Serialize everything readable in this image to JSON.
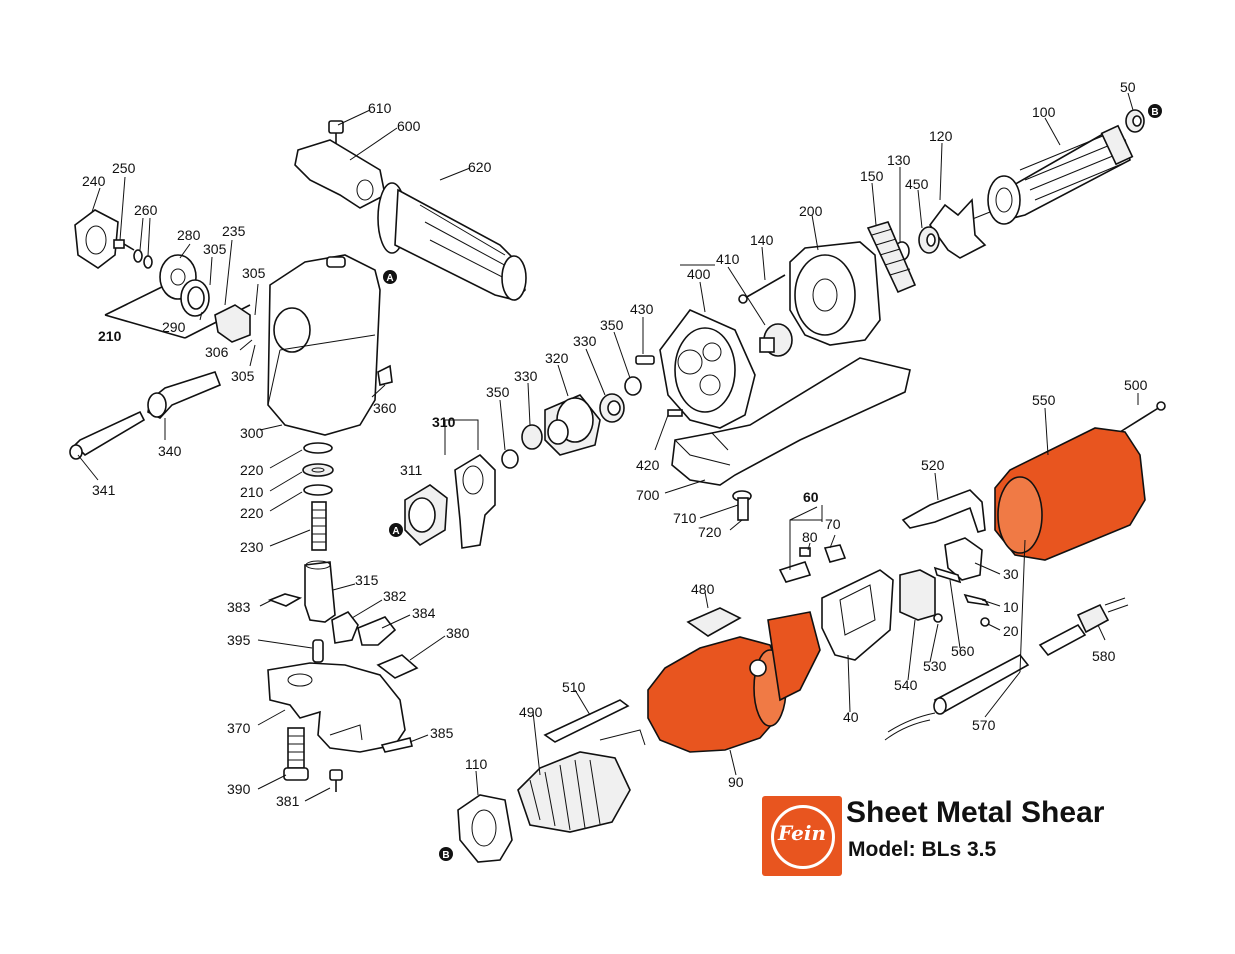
{
  "title": "Sheet Metal Shear",
  "model": "Model: BLs 3.5",
  "brand": "Fein",
  "colors": {
    "accent": "#e8551f",
    "ink": "#111111"
  },
  "labels": {
    "p50": "50",
    "p100": "100",
    "p120": "120",
    "p130": "130",
    "p150": "150",
    "p450": "450",
    "p200": "200",
    "p140": "140",
    "p410": "410",
    "p400": "400",
    "p430": "430",
    "p350a": "350",
    "p330a": "330",
    "p320": "320",
    "p330b": "330",
    "p350b": "350",
    "p310": "310",
    "p311": "311",
    "p420": "420",
    "p700": "700",
    "p710": "710",
    "p720": "720",
    "p610": "610",
    "p600": "600",
    "p620": "620",
    "p240": "240",
    "p250": "250",
    "p260": "260",
    "p280": "280",
    "p235": "235",
    "p305a": "305",
    "p305b": "305",
    "p305c": "305",
    "p290": "290",
    "p210a": "210",
    "p306": "306",
    "p360": "360",
    "p300": "300",
    "p340": "340",
    "p341": "341",
    "p220a": "220",
    "p210b": "210",
    "p220b": "220",
    "p230": "230",
    "p315": "315",
    "p383": "383",
    "p382": "382",
    "p384": "384",
    "p380": "380",
    "p395": "395",
    "p370": "370",
    "p385": "385",
    "p390": "390",
    "p381": "381",
    "p500": "500",
    "p550": "550",
    "p520": "520",
    "p60": "60",
    "p70": "70",
    "p80": "80",
    "p30": "30",
    "p10": "10",
    "p20": "20",
    "p480": "480",
    "p560": "560",
    "p530": "530",
    "p540": "540",
    "p580": "580",
    "p570": "570",
    "p40": "40",
    "p510": "510",
    "p490": "490",
    "p90": "90",
    "p110": "110",
    "refA1": "A",
    "refA2": "A",
    "refB1": "B",
    "refB2": "B"
  }
}
